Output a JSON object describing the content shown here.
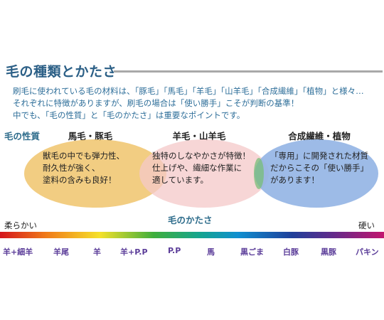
{
  "heading": {
    "title": "毛の種類とかたさ"
  },
  "intro": {
    "line1": "刷毛に使われている毛の材料は、「豚毛」「馬毛」「羊毛」「山羊毛」「合成繊維」「植物」と様々…",
    "line2": "それぞれに特徴がありますが、刷毛の場合は「使い勝手」こそが判断の基準！",
    "line3": "中でも、「毛の性質」と「毛のかたさ」は重要なポイントです。"
  },
  "properties": {
    "label": "毛の性質",
    "categories": [
      {
        "name": "馬毛・豚毛",
        "description": "獣毛の中でも弾力性、\n耐久性が強く、\n塗料の含みも良好！",
        "color": "#f0c46c"
      },
      {
        "name": "羊毛・山羊毛",
        "description": "独特のしなやかさが特徴！\n仕上げや、繊細な作業に\n適しています。",
        "color": "#f4c8c8"
      },
      {
        "name": "合成繊維・植物",
        "description": "「専用」に開発された材質\nだからこその「使い勝手」\nがあります！",
        "color": "#92b4e4"
      }
    ]
  },
  "hardness": {
    "label": "毛のかたさ",
    "soft_label": "柔らかい",
    "hard_label": "硬い",
    "types": [
      "羊+細羊",
      "羊尾",
      "羊",
      "羊+P.P",
      "P.P",
      "馬",
      "黒ごま",
      "白豚",
      "黒豚",
      "パキン"
    ],
    "label_color": "#5b3d99"
  }
}
